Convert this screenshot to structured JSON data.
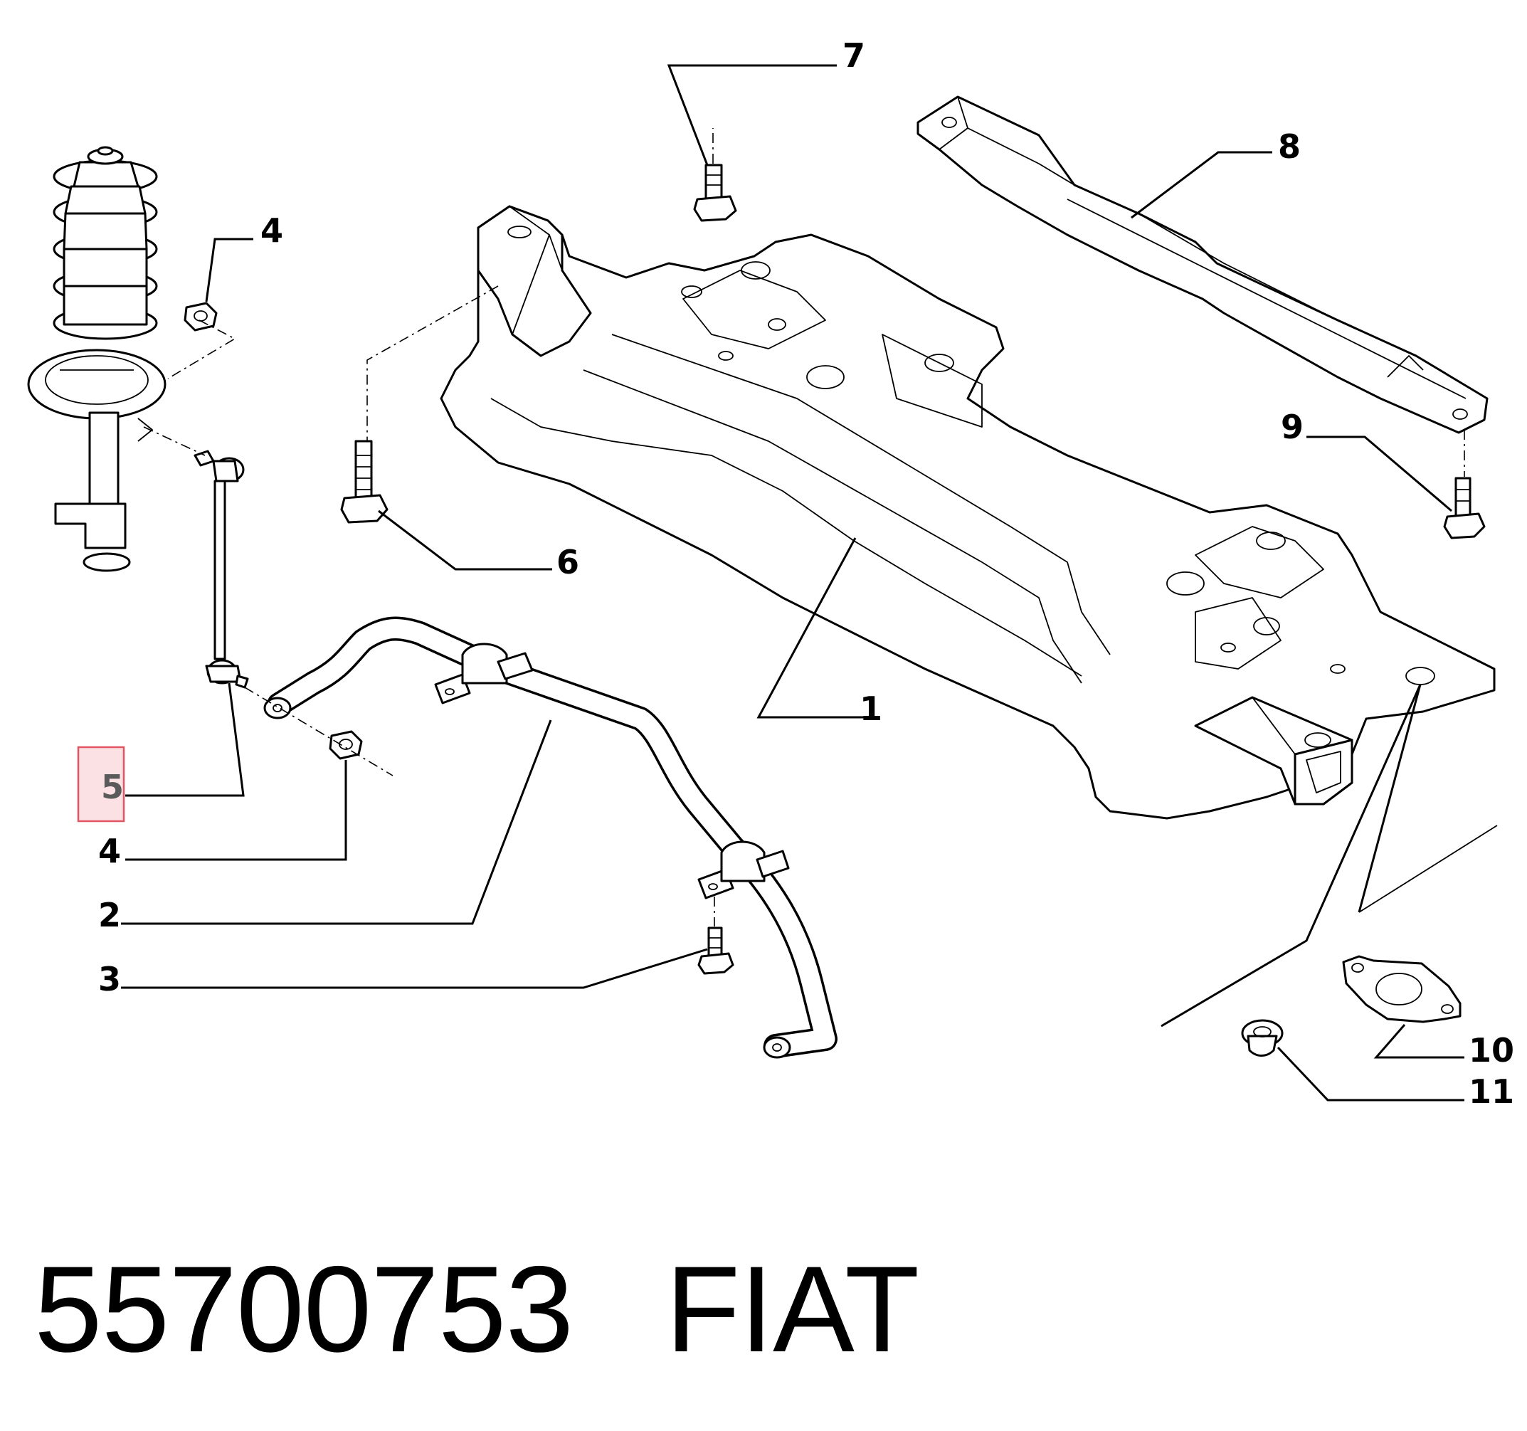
{
  "callouts": {
    "c1": "1",
    "c2": "2",
    "c3": "3",
    "c4_top": "4",
    "c4_bottom": "4",
    "c5": "5",
    "c6": "6",
    "c7": "7",
    "c8": "8",
    "c9": "9",
    "c10": "10",
    "c11": "11"
  },
  "highlighted_callout": "5",
  "highlight_color": "#e25563",
  "caption": {
    "part_number": "55700753",
    "brand": "FIAT"
  }
}
